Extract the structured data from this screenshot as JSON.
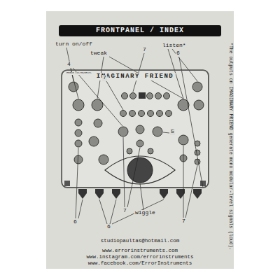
{
  "diagram": {
    "title": "FRONTPANEL / INDEX",
    "nodes": [
      {
        "text": [
          "IMAGINARY FRIEND"
        ]
      }
    ],
    "labels": [
      "turn on/off",
      "tweak",
      "7",
      "listen*",
      "6",
      "4",
      "7",
      "5",
      "7",
      "wiggle",
      "6",
      "6",
      "7",
      "ERROR INSTRUMENTS",
      "*The outputs on IMAGINARY FRIEND generate mono modular-level signals (loud).",
      "studiopaultas@hotmail.com",
      "www.errorinstruments.com",
      "www.instagram.com/errorinstruments",
      "www.facebook.com/ErrorInstruments"
    ]
  }
}
